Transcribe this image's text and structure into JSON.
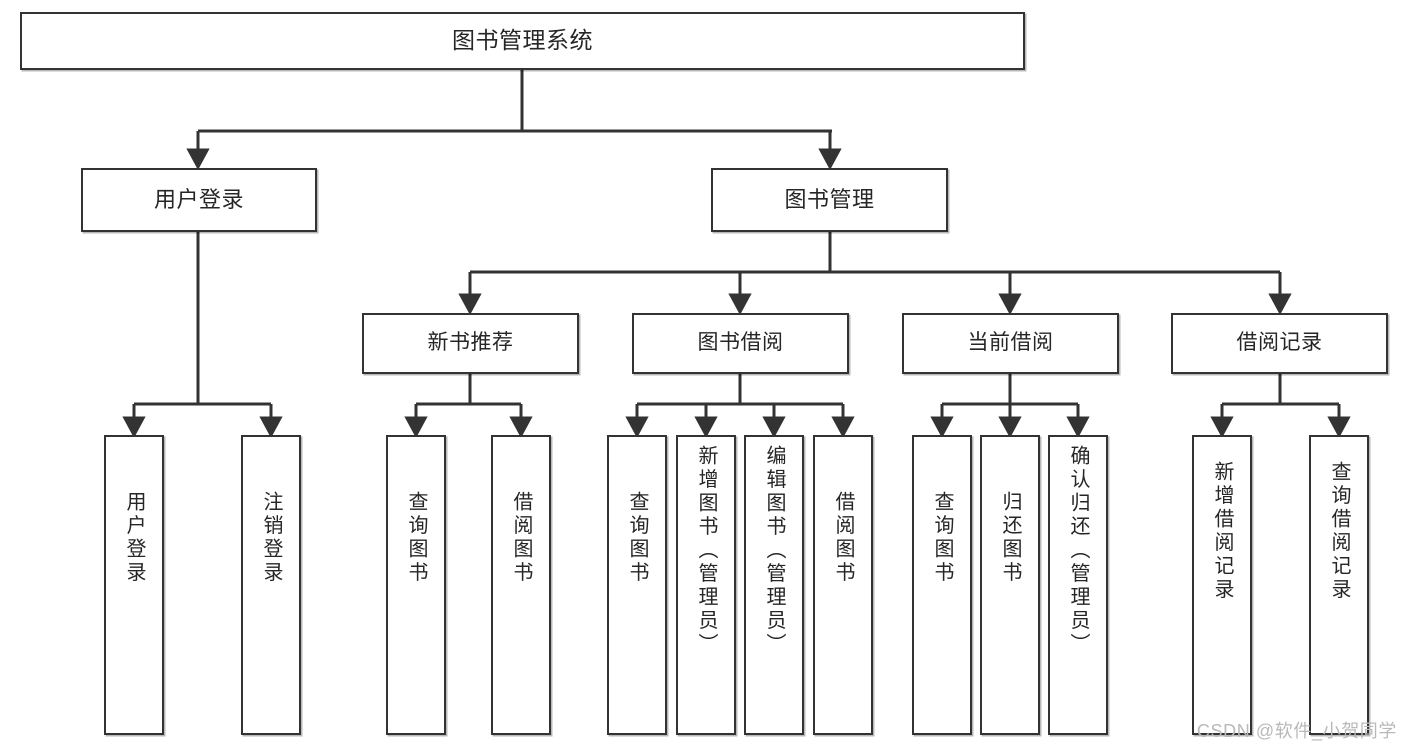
{
  "diagram": {
    "type": "tree-hierarchy",
    "title": "图书管理系统",
    "orientation": "top-down",
    "colors": {
      "background": "#ffffff",
      "box_border": "#333333",
      "box_fill": "#ffffff",
      "connector": "#333333",
      "text": "#262626",
      "watermark": "#b9b9b9"
    },
    "watermark": "CSDN @软件_小贺同学",
    "nodes": {
      "root": {
        "label": "图书管理系统",
        "level": 0
      },
      "level2": [
        {
          "id": "user-login",
          "label": "用户登录"
        },
        {
          "id": "book-manage",
          "label": "图书管理"
        }
      ],
      "level3": [
        {
          "id": "new-book-recommend",
          "label": "新书推荐",
          "parent": "book-manage"
        },
        {
          "id": "book-borrow",
          "label": "图书借阅",
          "parent": "book-manage"
        },
        {
          "id": "current-borrow",
          "label": "当前借阅",
          "parent": "book-manage"
        },
        {
          "id": "borrow-record",
          "label": "借阅记录",
          "parent": "book-manage"
        }
      ],
      "leaves": [
        {
          "id": "leaf-user-login",
          "label": "用户登录",
          "parent": "user-login"
        },
        {
          "id": "leaf-logout-login",
          "label": "注销登录",
          "parent": "user-login"
        },
        {
          "id": "leaf-query-book-1",
          "label": "查询图书",
          "parent": "new-book-recommend"
        },
        {
          "id": "leaf-borrow-book-1",
          "label": "借阅图书",
          "parent": "new-book-recommend"
        },
        {
          "id": "leaf-query-book-2",
          "label": "查询图书",
          "parent": "book-borrow"
        },
        {
          "id": "leaf-add-book",
          "label": "新增图书（管理员）",
          "parent": "book-borrow"
        },
        {
          "id": "leaf-edit-book",
          "label": "编辑图书（管理员）",
          "parent": "book-borrow"
        },
        {
          "id": "leaf-borrow-book-2",
          "label": "借阅图书",
          "parent": "book-borrow"
        },
        {
          "id": "leaf-query-book-3",
          "label": "查询图书",
          "parent": "current-borrow"
        },
        {
          "id": "leaf-return-book",
          "label": "归还图书",
          "parent": "current-borrow"
        },
        {
          "id": "leaf-confirm-return",
          "label": "确认归还（管理员）",
          "parent": "current-borrow"
        },
        {
          "id": "leaf-add-record",
          "label": "新增借阅记录",
          "parent": "borrow-record"
        },
        {
          "id": "leaf-query-record",
          "label": "查询借阅记录",
          "parent": "borrow-record"
        }
      ]
    }
  }
}
